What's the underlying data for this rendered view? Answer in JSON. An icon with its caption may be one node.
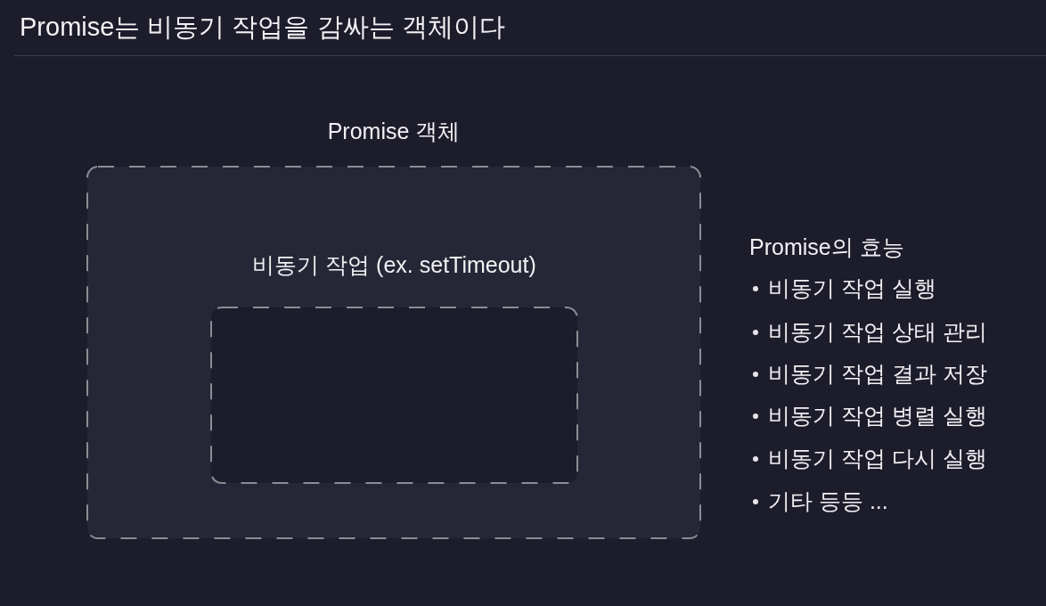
{
  "diagram": {
    "title": "Promise는 비동기 작업을 감싸는 객체이다",
    "nodes": [
      {
        "text": [
          "Promise 객체"
        ]
      },
      {
        "text": [
          "비동기 작업 (ex. setTimeout)"
        ],
        "in": 0
      }
    ],
    "labels": [
      "Promise의 효능",
      "비동기 작업 실행",
      "비동기 작업 상태 관리",
      "비동기 작업 결과 저장",
      "비동기 작업 병렬 실행",
      "비동기 작업 다시 실행",
      "기타 등등 ..."
    ]
  }
}
